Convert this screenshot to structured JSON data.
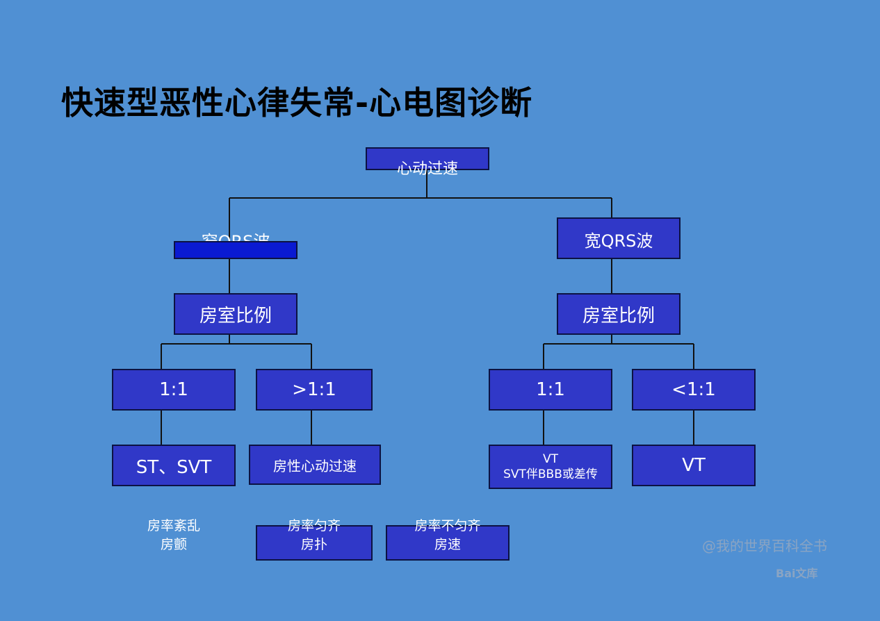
{
  "title": "快速型恶性心律失常-心电图诊断",
  "root": "心动过速",
  "left": {
    "qrs": "窄QRS波",
    "ratio": "房室比例",
    "branch_a": "1:1",
    "branch_b": ">1:1",
    "result_a": "ST、SVT",
    "result_b": "房性心动过速",
    "notes": [
      {
        "line1": "房率紊乱",
        "line2": "房颤"
      },
      {
        "line1": "房率匀齐",
        "line2": "房扑"
      },
      {
        "line1": "房率不匀齐",
        "line2": "房速"
      }
    ]
  },
  "right": {
    "qrs": "宽QRS波",
    "ratio": "房室比例",
    "branch_a": "1:1",
    "branch_b": "<1:1",
    "result_a_line1": "VT",
    "result_a_line2": "SVT伴BBB或差传",
    "result_b": "VT"
  },
  "watermark": "@我的世界百科全书",
  "logo": "Bai文库"
}
